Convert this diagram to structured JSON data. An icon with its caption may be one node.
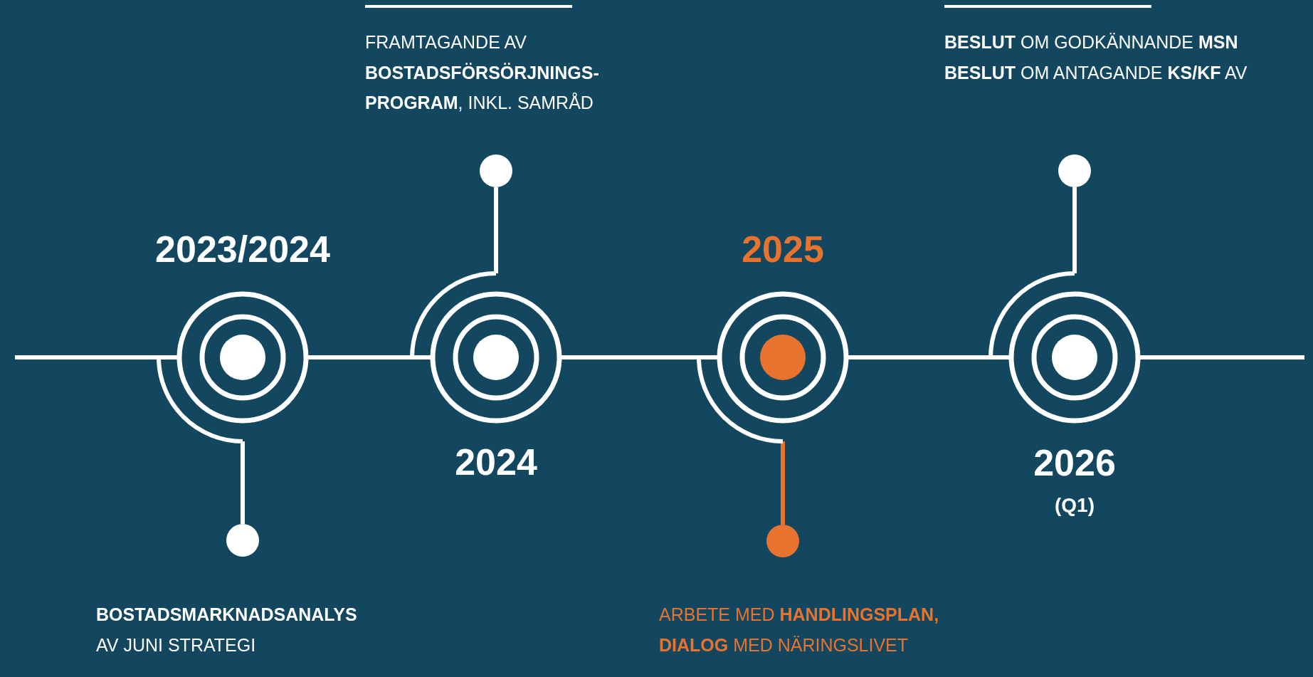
{
  "diagram": {
    "nodes": [
      {
        "text": [
          "2023/2024"
        ]
      },
      {
        "text": [
          "2024"
        ]
      },
      {
        "text": [
          "2025"
        ]
      },
      {
        "text": [
          "2026",
          "(Q1)"
        ]
      },
      {
        "text": [],
        "shape": "circle",
        "beside": [
          "**BOSTADSMARKNADSANALYS** AV JUNI STRATEGI"
        ]
      },
      {
        "text": [],
        "shape": "circle",
        "beside": [
          "FRAMTAGANDE AV **BOSTADSFÖRSÖRJNINGS-PROGRAM**, INKL. SAMRÅD"
        ]
      },
      {
        "text": [],
        "shape": "circle",
        "beside": [
          "ARBETE MED **HANDLINGSPLAN,** **DIALOG** MED NÄRINGSLIVET"
        ]
      },
      {
        "text": [],
        "shape": "circle"
      }
    ],
    "labels": [
      "**BESLUT** OM GODKÄNNANDE **MSN** **BESLUT** OM ANTAGANDE **KS/KF** AV"
    ],
    "edges": [
      {
        "from": null,
        "to": 0,
        "arrow": "none"
      },
      {
        "from": 0,
        "to": 1,
        "arrow": "none"
      },
      {
        "from": 1,
        "to": 2,
        "arrow": "none"
      },
      {
        "from": 2,
        "to": 3,
        "arrow": "none"
      },
      {
        "from": 3,
        "to": null,
        "arrow": "none"
      },
      {
        "from": 0,
        "to": 4,
        "arrow": "none"
      },
      {
        "from": 1,
        "to": 5,
        "arrow": "none"
      },
      {
        "from": 2,
        "to": 6,
        "arrow": "none",
        "color": "#e8732f"
      },
      {
        "from": 3,
        "to": 7,
        "arrow": "none"
      }
    ]
  }
}
